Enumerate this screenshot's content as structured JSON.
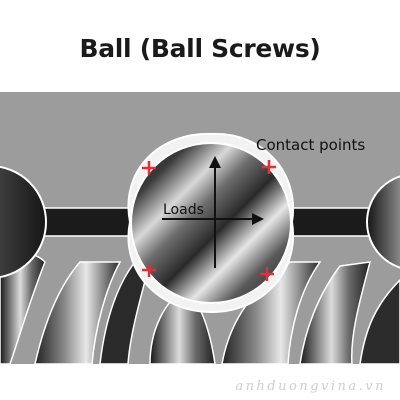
{
  "title": "Ball (Ball Screws)",
  "labels": {
    "contact_points": "Contact points",
    "loads": "Loads"
  },
  "watermark": "anhduongvina.vn",
  "colors": {
    "background_panel": "#9c9c9c",
    "contact_marker": "#e0303a",
    "arrow": "#111111",
    "outline": "#ffffff"
  }
}
